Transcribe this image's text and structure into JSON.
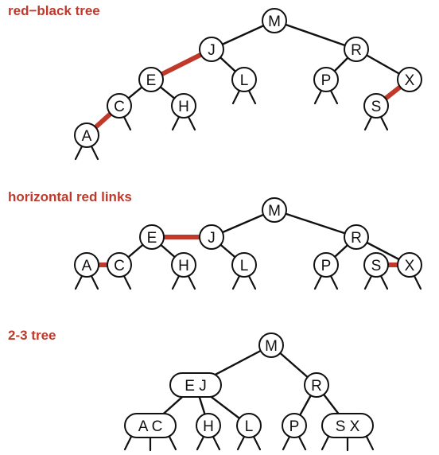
{
  "colors": {
    "red_link": "#c0392b",
    "black_link": "#111111",
    "node_fill": "#ffffff",
    "title": "#c0392b"
  },
  "diagrams": [
    {
      "title": "red−black tree",
      "nodes": [
        {
          "id": "M",
          "label": "M"
        },
        {
          "id": "J",
          "label": "J"
        },
        {
          "id": "R",
          "label": "R"
        },
        {
          "id": "E",
          "label": "E"
        },
        {
          "id": "L",
          "label": "L"
        },
        {
          "id": "P",
          "label": "P"
        },
        {
          "id": "X",
          "label": "X"
        },
        {
          "id": "C",
          "label": "C"
        },
        {
          "id": "H",
          "label": "H"
        },
        {
          "id": "S",
          "label": "S"
        },
        {
          "id": "A",
          "label": "A"
        }
      ],
      "links": [
        {
          "from": "M",
          "to": "J",
          "red": false
        },
        {
          "from": "M",
          "to": "R",
          "red": false
        },
        {
          "from": "J",
          "to": "E",
          "red": true
        },
        {
          "from": "J",
          "to": "L",
          "red": false
        },
        {
          "from": "R",
          "to": "P",
          "red": false
        },
        {
          "from": "R",
          "to": "X",
          "red": false
        },
        {
          "from": "E",
          "to": "C",
          "red": false
        },
        {
          "from": "E",
          "to": "H",
          "red": false
        },
        {
          "from": "X",
          "to": "S",
          "red": true
        },
        {
          "from": "C",
          "to": "A",
          "red": true
        }
      ]
    },
    {
      "title": "horizontal red links",
      "nodes": [
        {
          "id": "M",
          "label": "M"
        },
        {
          "id": "E",
          "label": "E"
        },
        {
          "id": "J",
          "label": "J"
        },
        {
          "id": "R",
          "label": "R"
        },
        {
          "id": "A",
          "label": "A"
        },
        {
          "id": "C",
          "label": "C"
        },
        {
          "id": "H",
          "label": "H"
        },
        {
          "id": "L",
          "label": "L"
        },
        {
          "id": "P",
          "label": "P"
        },
        {
          "id": "S",
          "label": "S"
        },
        {
          "id": "X",
          "label": "X"
        }
      ],
      "links": [
        {
          "from": "M",
          "to": "J",
          "red": false
        },
        {
          "from": "M",
          "to": "R",
          "red": false
        },
        {
          "from": "E",
          "to": "J",
          "red": true
        },
        {
          "from": "E",
          "to": "C",
          "red": false
        },
        {
          "from": "E",
          "to": "H",
          "red": false
        },
        {
          "from": "J",
          "to": "L",
          "red": false
        },
        {
          "from": "A",
          "to": "C",
          "red": true
        },
        {
          "from": "R",
          "to": "P",
          "red": false
        },
        {
          "from": "R",
          "to": "X",
          "red": false
        },
        {
          "from": "S",
          "to": "X",
          "red": true
        }
      ]
    },
    {
      "title": "2-3 tree",
      "nodes": [
        {
          "id": "M",
          "label": "M"
        },
        {
          "id": "EJ",
          "label": "E J"
        },
        {
          "id": "R",
          "label": "R"
        },
        {
          "id": "AC",
          "label": "A C"
        },
        {
          "id": "H",
          "label": "H"
        },
        {
          "id": "L",
          "label": "L"
        },
        {
          "id": "P",
          "label": "P"
        },
        {
          "id": "SX",
          "label": "S X"
        }
      ],
      "links": [
        {
          "from": "M",
          "to": "EJ",
          "red": false
        },
        {
          "from": "M",
          "to": "R",
          "red": false
        },
        {
          "from": "EJ",
          "to": "AC",
          "red": false
        },
        {
          "from": "EJ",
          "to": "H",
          "red": false
        },
        {
          "from": "EJ",
          "to": "L",
          "red": false
        },
        {
          "from": "R",
          "to": "P",
          "red": false
        },
        {
          "from": "R",
          "to": "SX",
          "red": false
        }
      ]
    }
  ]
}
